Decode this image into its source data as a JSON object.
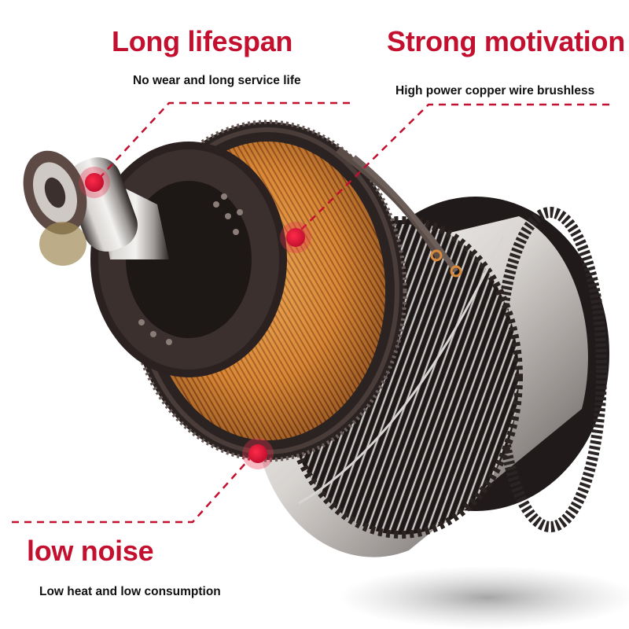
{
  "colors": {
    "accent": "#c3102f",
    "text": "#111111",
    "background": "#ffffff",
    "copper": "#d98a3a",
    "steel": "#c9c6c4",
    "dark_metal": "#2a2322"
  },
  "features": [
    {
      "title": "Long lifespan",
      "subtitle": "No wear and long service life",
      "marker": "bearing"
    },
    {
      "title": "Strong motivation",
      "subtitle": "High power copper wire brushless",
      "marker": "copper-winding"
    },
    {
      "title": "low noise",
      "subtitle": "Low heat and low consumption",
      "marker": "stator-coil"
    }
  ],
  "image": {
    "subject": "exploded brushless motor (rotor, copper windings, stator housing)"
  }
}
